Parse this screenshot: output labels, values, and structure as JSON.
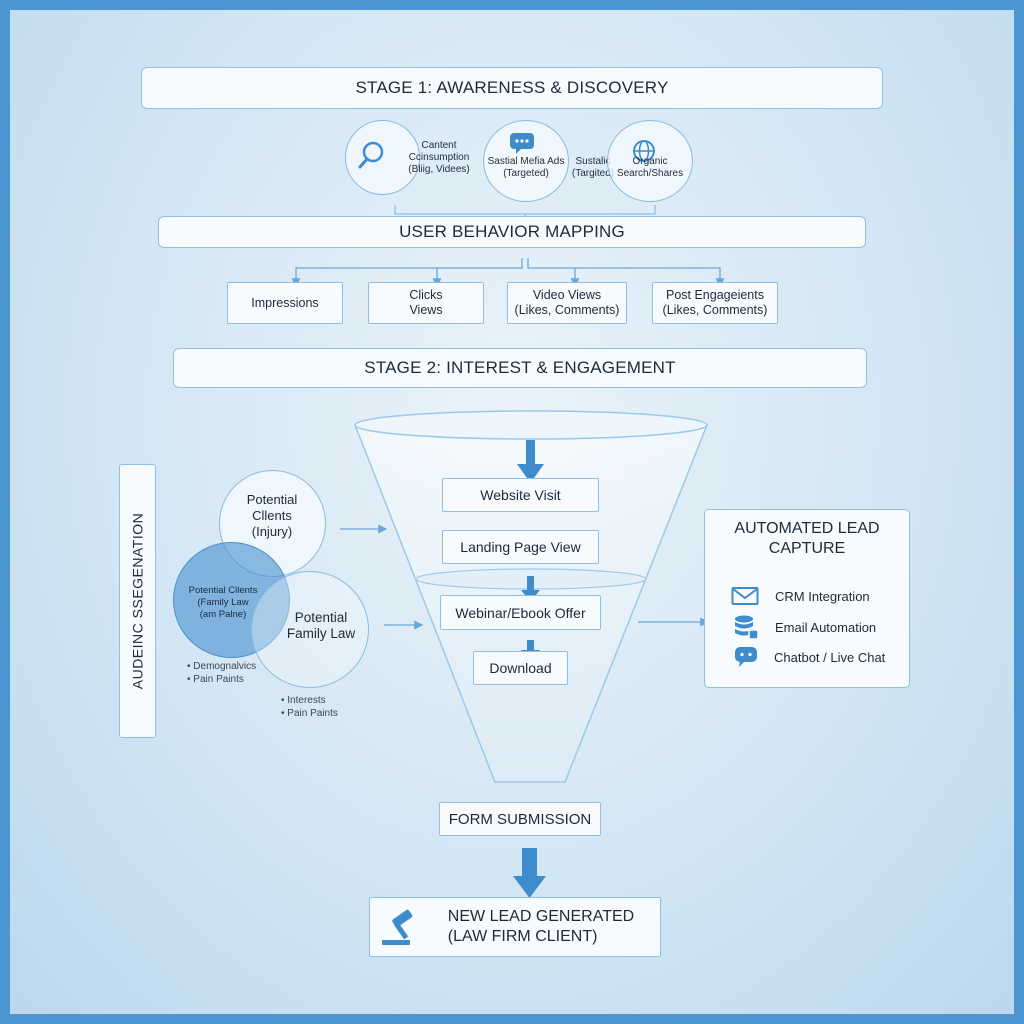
{
  "stage1": {
    "title": "STAGE 1: AWARENESS & DISCOVERY",
    "channels": [
      {
        "label": "Cantent\nCcinsumption\n(Bliig, Videes)",
        "icon": "magnifier-icon"
      },
      {
        "label": "Sustalic\n(Targited)",
        "icon": ""
      },
      {
        "label": "Sastial Mefia Ads\n(Targeted)",
        "icon": "chat-bubble-icon"
      },
      {
        "label": "Organic\nSearch/Shares",
        "icon": "globe-icon"
      }
    ]
  },
  "behavior": {
    "title": "USER BEHAVIOR MAPPING",
    "metrics": [
      "Impressions",
      "Clicks\nViews",
      "Video Views\n(Likes, Comments)",
      "Post Engageients\n(Likes, Comments)"
    ]
  },
  "stage2": {
    "title": "STAGE 2: INTEREST & ENGAGEMENT",
    "funnel_steps": [
      "Website Visit",
      "Landing Page View",
      "Webinar/Ebook Offer",
      "Download"
    ]
  },
  "segmentation": {
    "title": "AUDEINC SSEGENATION",
    "circles": [
      "Potential\nCllents\n(Injury)",
      "Potential Cllents\n(Family Law\n(am Palne)",
      "Potential\nFamily Law"
    ],
    "bullets_left": "• Demognalvics\n• Pain Paints",
    "bullets_right": "• Interests\n• Pain Paints"
  },
  "capture": {
    "title": "AUTOMATED LEAD\nCAPTURE",
    "tools": [
      {
        "label": "CRM Integration",
        "icon": "envelope-icon"
      },
      {
        "label": "Email Automation",
        "icon": "database-icon"
      },
      {
        "label": "Chatbot / Live Chat",
        "icon": "chat-icon"
      }
    ]
  },
  "form_submission": "FORM SUBMISSION",
  "result": {
    "label": "NEW LEAD GENERATED\n(LAW FIRM CLIENT)",
    "icon": "gavel-icon"
  },
  "colors": {
    "accent": "#4b96d1",
    "arrow": "#3f8ccc",
    "box_border": "#8fc0e4"
  }
}
